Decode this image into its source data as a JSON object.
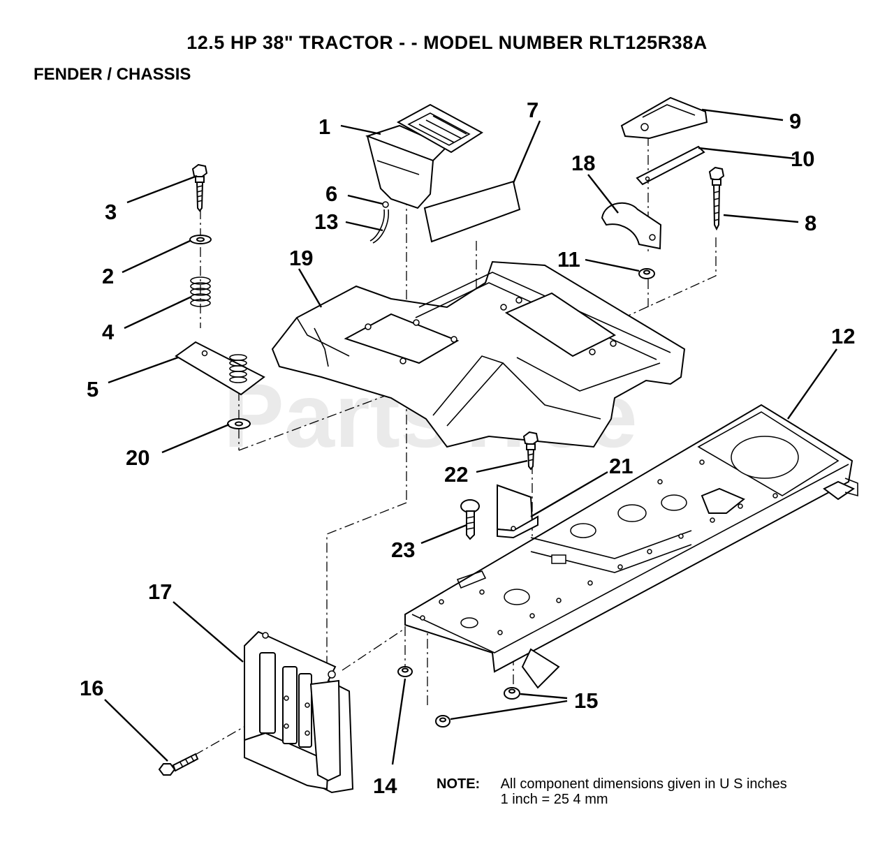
{
  "header": {
    "title": "12.5 HP 38\" TRACTOR - - MODEL NUMBER RLT125R38A",
    "section": "FENDER / CHASSIS"
  },
  "watermark": "PartsTree",
  "callouts": {
    "c1": "1",
    "c2": "2",
    "c3": "3",
    "c4": "4",
    "c5": "5",
    "c6": "6",
    "c7": "7",
    "c8": "8",
    "c9": "9",
    "c10": "10",
    "c11": "11",
    "c12": "12",
    "c13": "13",
    "c14": "14",
    "c15": "15",
    "c16": "16",
    "c17": "17",
    "c18": "18",
    "c19": "19",
    "c20": "20",
    "c21": "21",
    "c22": "22",
    "c23": "23"
  },
  "note": {
    "label": "NOTE:",
    "line1": "All component dimensions given in U S  inches",
    "line2": "1 inch = 25 4 mm"
  }
}
